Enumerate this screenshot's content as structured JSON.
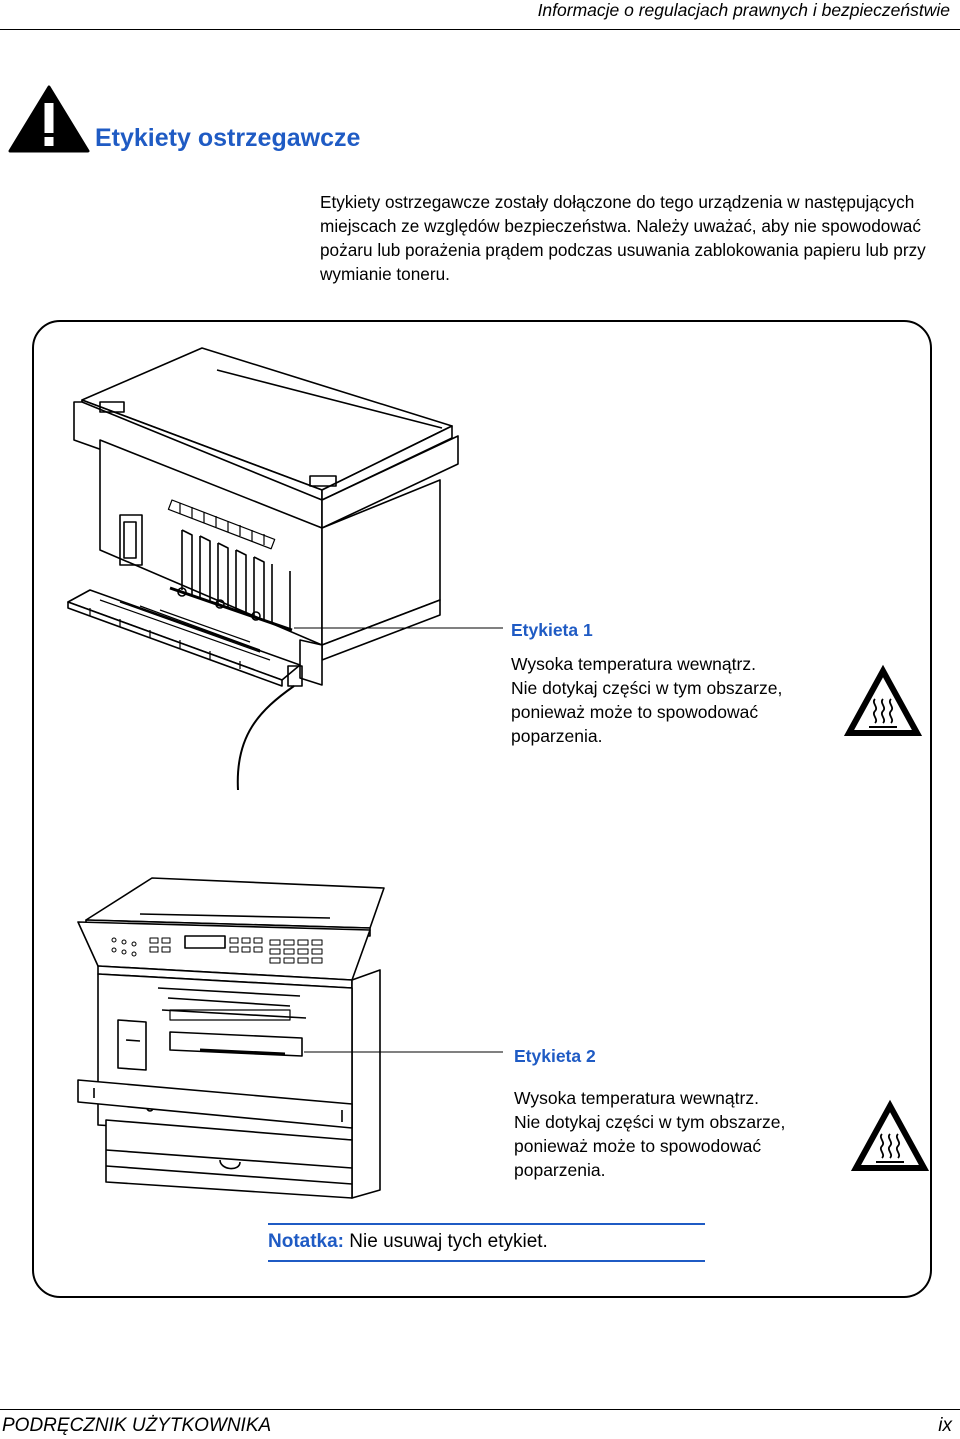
{
  "header": {
    "title": "Informacje o regulacjach prawnych i bezpieczeństwie"
  },
  "section": {
    "title": "Etykiety ostrzegawcze"
  },
  "intro": "Etykiety ostrzegawcze zostały dołączone do tego urządzenia w następujących miejscach ze względów bezpieczeństwa. Należy uważać, aby nie spowodować pożaru lub porażenia prądem podczas usuwania zablokowania papieru lub przy wymianie toneru.",
  "labels": [
    {
      "title": "Etykieta 1",
      "lines": [
        "Wysoka temperatura wewnątrz.",
        "Nie dotykaj części w tym obszarze,",
        "ponieważ może to spowodować",
        "poparzenia."
      ]
    },
    {
      "title": "Etykieta 2",
      "lines": [
        "Wysoka temperatura wewnątrz.",
        "Nie dotykaj części w tym obszarze,",
        "ponieważ może to spowodować",
        "poparzenia."
      ]
    }
  ],
  "note": {
    "label": "Notatka:",
    "text": " Nie usuwaj tych etykiet."
  },
  "footer": {
    "left": "PODRĘCZNIK UŻYTKOWNIKA",
    "right": "ix"
  },
  "colors": {
    "accent": "#1f5bc4"
  }
}
